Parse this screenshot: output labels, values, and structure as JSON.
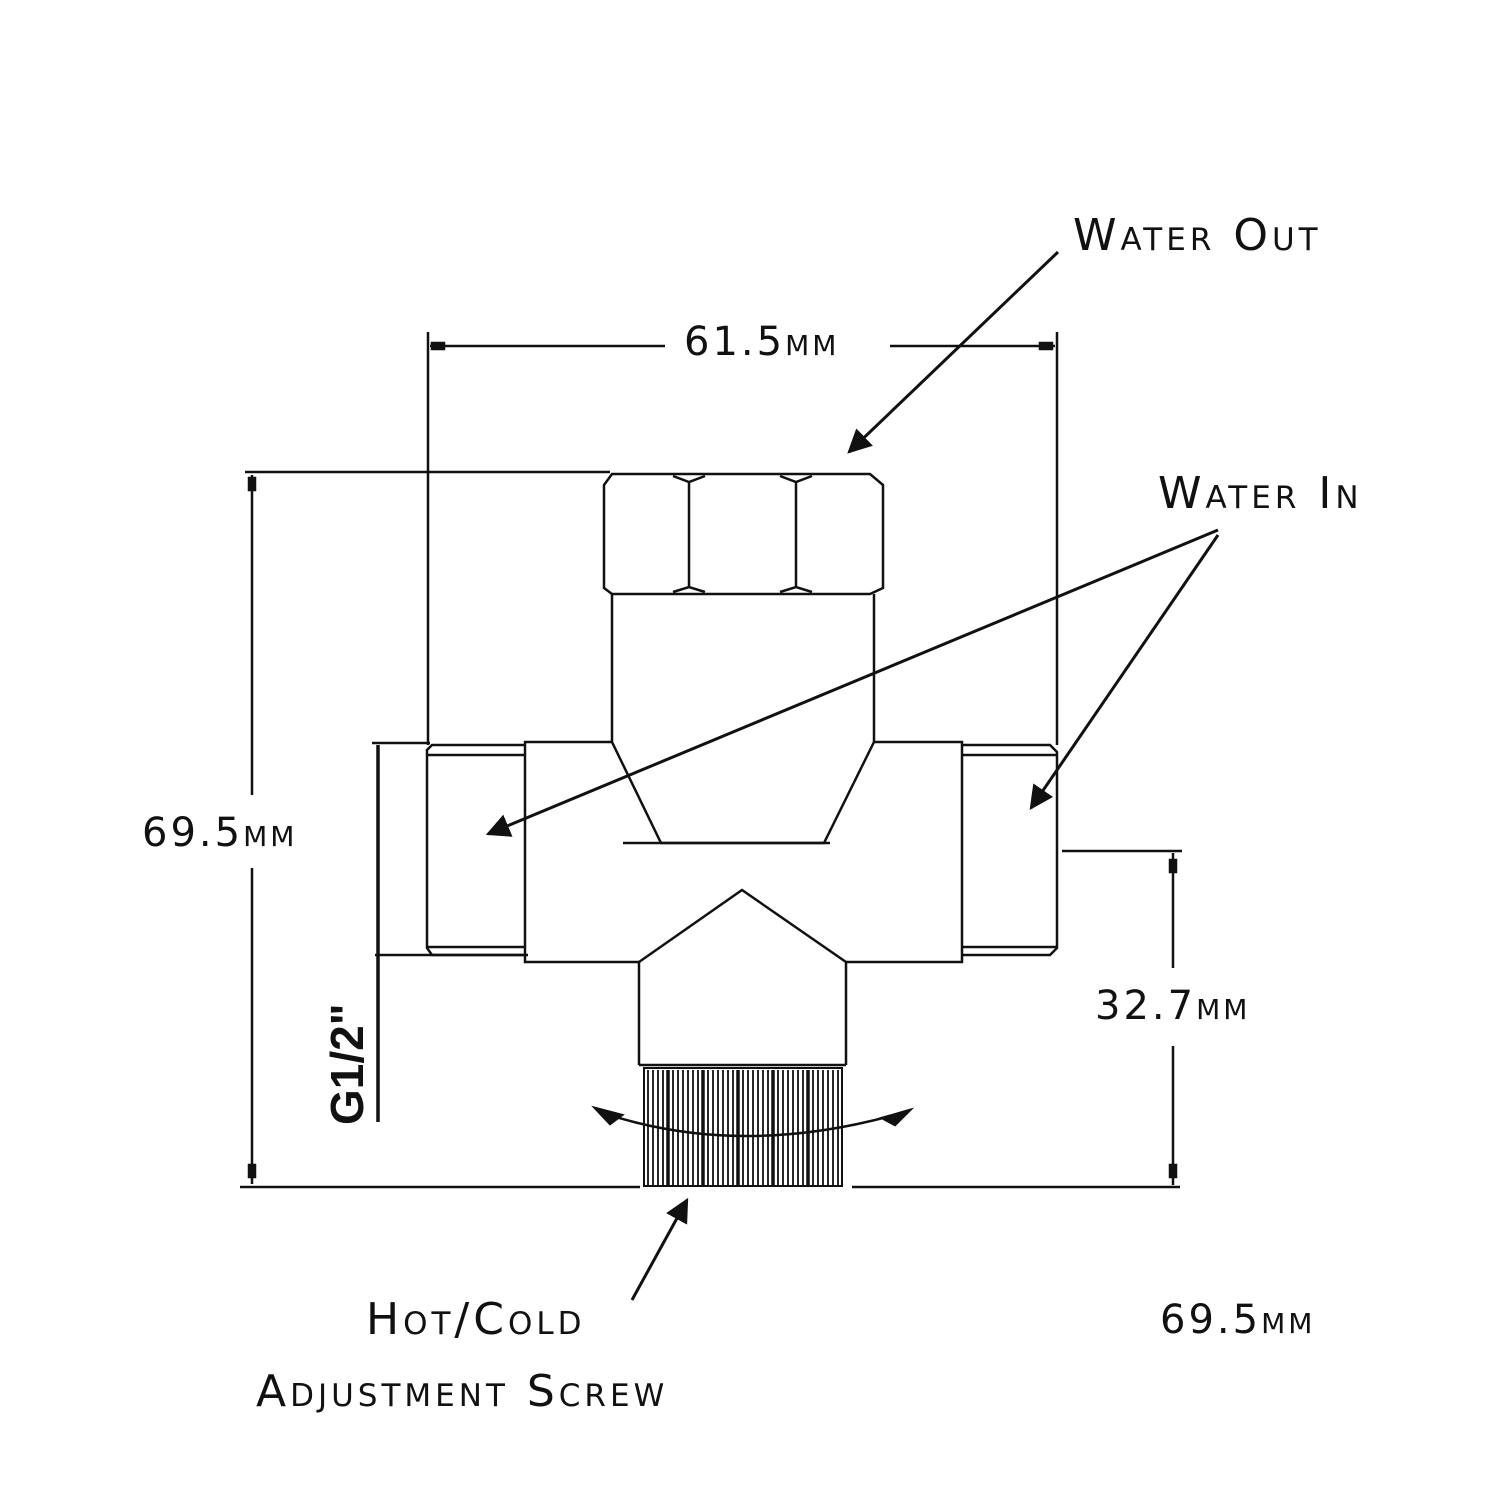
{
  "diagram": {
    "title": "Thermostatic mixing valve dimension drawing",
    "labels": {
      "water_out": "Water Out",
      "water_in": "Water In",
      "adjust_line1": "Hot/Cold",
      "adjust_line2": "Adjustment Screw"
    },
    "dimensions": {
      "width_top": "61.5mm",
      "height_left": "69.5mm",
      "height_right": "32.7mm",
      "extra_bottom_right": "69.5mm",
      "thread": "G1/2\""
    },
    "colors": {
      "line": "#111111",
      "background": "#ffffff"
    }
  }
}
